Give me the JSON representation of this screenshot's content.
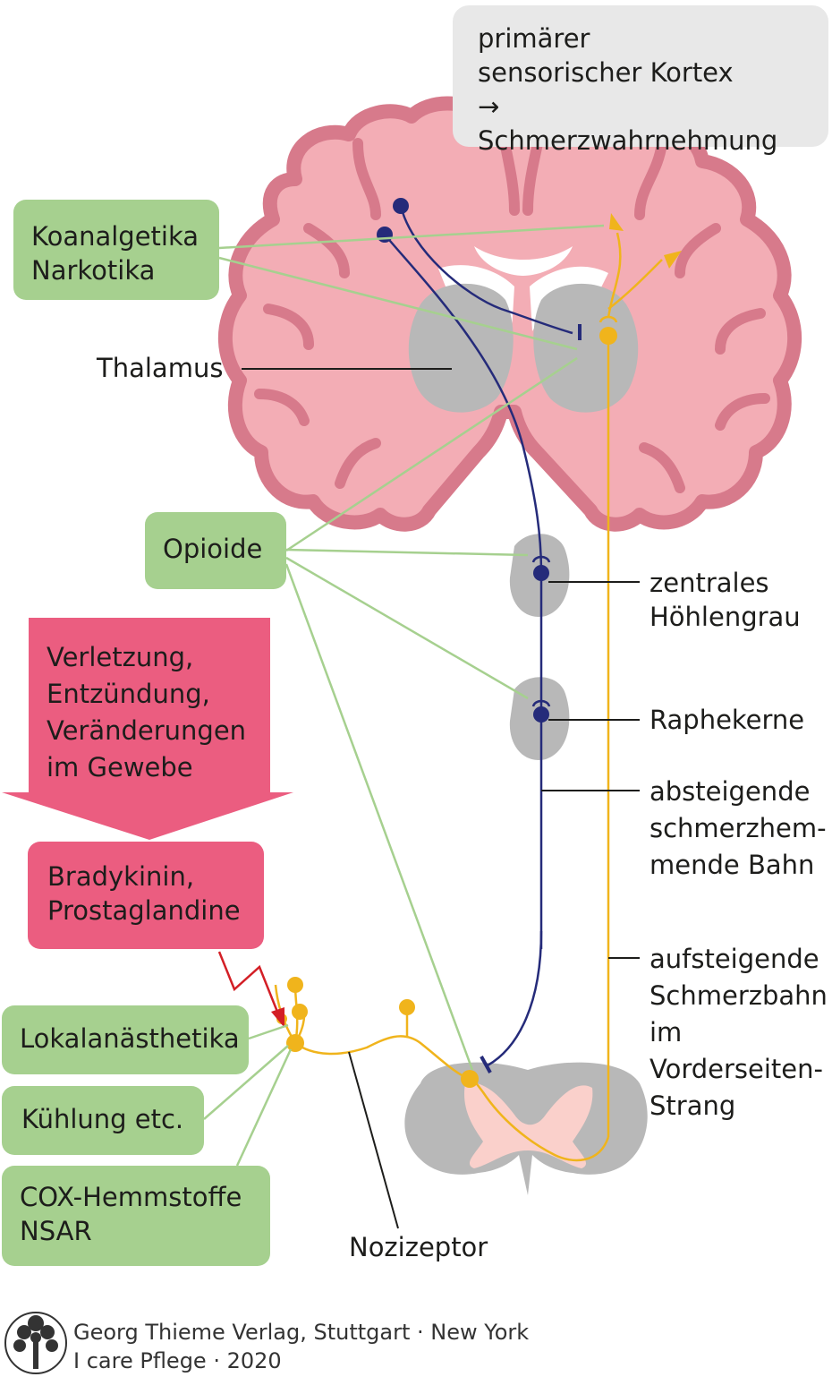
{
  "cortex_box": {
    "lines": [
      "primärer",
      "sensorischer Kortex",
      "→ Schmerzwahrnehmung"
    ]
  },
  "drug_boxes": {
    "koanalgetika": [
      "Koanalgetika",
      "Narkotika"
    ],
    "opioide": "Opioide",
    "lokal": "Lokalanästhetika",
    "kuehlung": "Kühlung etc.",
    "cox": [
      "COX-Hemmstoffe",
      "NSAR"
    ]
  },
  "trigger": {
    "arrow_lines": [
      "Verletzung,",
      "Entzündung,",
      "Veränderungen",
      "im Gewebe"
    ],
    "mediators": [
      "Bradykinin,",
      "Prostaglandine"
    ]
  },
  "anatomy_labels": {
    "thalamus": "Thalamus",
    "hoehlengrau": [
      "zentrales",
      "Höhlengrau"
    ],
    "raphe": "Raphekerne",
    "absteigend": [
      "absteigende",
      "schmerzhem-",
      "mende Bahn"
    ],
    "aufsteigend": [
      "aufsteigende",
      "Schmerzbahn",
      "im",
      "Vorderseiten-",
      "Strang"
    ],
    "nozizeptor": "Nozizeptor"
  },
  "footer": {
    "line1": "Georg Thieme Verlag, Stuttgart · New York",
    "line2": "I care Pflege · 2020"
  },
  "colors": {
    "brain_fill": "#f3adb5",
    "brain_outline": "#d77a8b",
    "grey_matter": "#b8b8b8",
    "descending_path": "#252b7a",
    "ascending_path": "#f0b41c",
    "drug_box": "#a6d08f",
    "trigger_pink": "#eb5d80",
    "lightning": "#d31f26"
  }
}
